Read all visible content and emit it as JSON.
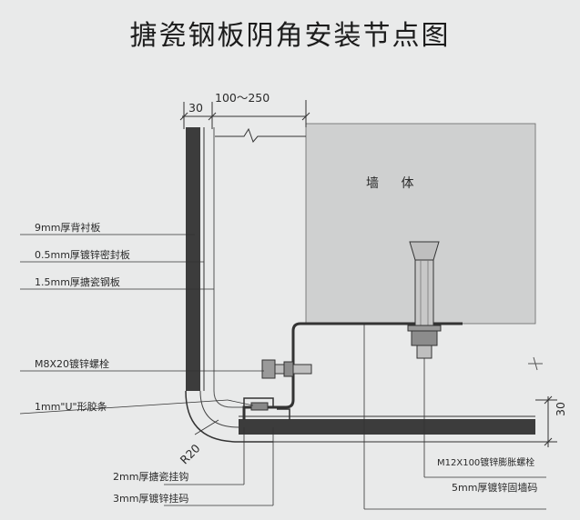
{
  "title": "搪瓷钢板阴角安装节点图",
  "wall_label": "墙 体",
  "dimensions": {
    "panel_thickness": "30",
    "gap_range": "100～250",
    "bottom_thickness": "30",
    "corner_radius": "R20"
  },
  "labels": {
    "backing_board": "9mm厚背衬板",
    "sealing_plate": "0.5mm厚镀锌密封板",
    "enamel_panel": "1.5mm厚搪瓷钢板",
    "bolt_m8": "M8X20镀锌螺栓",
    "u_strip": "1mm\"U\"形胶条",
    "hook_2mm": "2mm厚搪瓷挂钩",
    "hook_3mm": "3mm厚镀锌挂码",
    "anchor_bolt": "M12X100镀锌膨胀螺栓",
    "wall_bracket": "5mm厚镀锌固墙码"
  },
  "colors": {
    "background": "#e9eaea",
    "wall_fill": "#cfd0d0",
    "panel_fill": "#3c3c3c",
    "line": "#333333",
    "bolt_fill": "#bfbfbf"
  }
}
